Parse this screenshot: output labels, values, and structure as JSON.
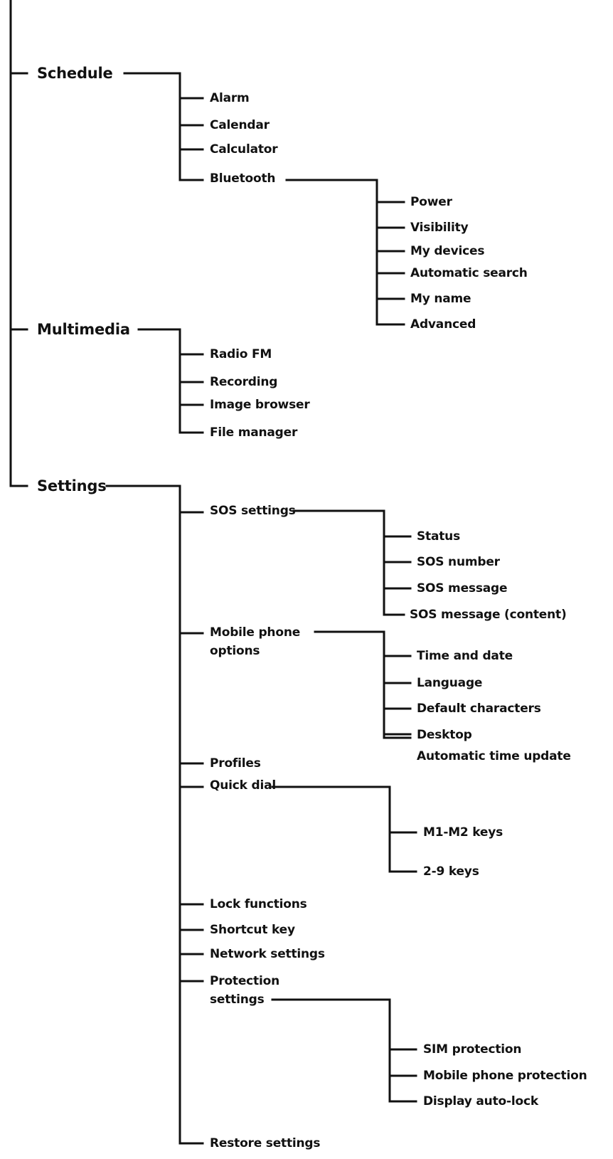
{
  "menu": {
    "schedule": {
      "label": "Schedule",
      "alarm": "Alarm",
      "calendar": "Calendar",
      "calculator": "Calculator",
      "bluetooth": {
        "label": "Bluetooth",
        "power": "Power",
        "visibility": "Visibility",
        "my_devices": "My devices",
        "automatic_search": "Automatic search",
        "my_name": "My name",
        "advanced": "Advanced"
      }
    },
    "multimedia": {
      "label": "Multimedia",
      "radio_fm": "Radio FM",
      "recording": "Recording",
      "image_browser": "Image browser",
      "file_manager": "File manager"
    },
    "settings": {
      "label": "Settings",
      "sos_settings": {
        "label": "SOS settings",
        "status": "Status",
        "sos_number": "SOS number",
        "sos_message": "SOS message",
        "sos_message_content": "SOS message (content)"
      },
      "mobile_phone_options": {
        "label_line1": "Mobile phone",
        "label_line2": "options",
        "time_and_date": "Time and date",
        "language": "Language",
        "default_characters": "Default characters",
        "desktop": "Desktop",
        "automatic_time_update": "Automatic time update"
      },
      "profiles": "Profiles",
      "quick_dial": {
        "label": "Quick dial",
        "m1_m2_keys": "M1-M2 keys",
        "keys_2_9": "2-9 keys"
      },
      "lock_functions": "Lock functions",
      "shortcut_key": "Shortcut key",
      "network_settings": "Network settings",
      "protection_settings": {
        "label_line1": "Protection",
        "label_line2": "settings",
        "sim_protection": "SIM protection",
        "mobile_phone_protection": "Mobile phone protection",
        "display_auto_lock": "Display auto-lock"
      },
      "restore_settings": "Restore settings"
    }
  }
}
